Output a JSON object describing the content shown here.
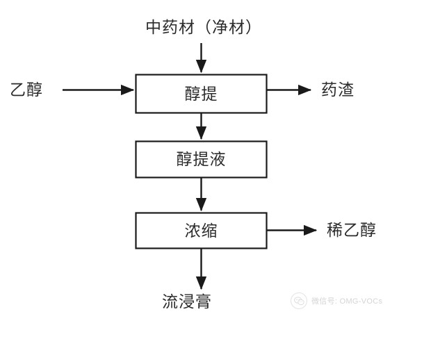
{
  "diagram": {
    "type": "flowchart",
    "orientation": "vertical",
    "title_text": "中药材（净材）",
    "line_color": "#1a1a1a",
    "text_color": "#2b2b2b",
    "background_color": "#ffffff",
    "nodes": [
      {
        "id": "feed",
        "label": "中药材（净材）",
        "shape": "text"
      },
      {
        "id": "ethanol",
        "label": "乙醇",
        "shape": "text"
      },
      {
        "id": "step1",
        "label": "醇提",
        "shape": "box"
      },
      {
        "id": "dregs",
        "label": "药渣",
        "shape": "text"
      },
      {
        "id": "step2",
        "label": "醇提液",
        "shape": "box"
      },
      {
        "id": "step3",
        "label": "浓缩",
        "shape": "box"
      },
      {
        "id": "dilute",
        "label": "稀乙醇",
        "shape": "text"
      },
      {
        "id": "product",
        "label": "流浸膏",
        "shape": "text"
      }
    ],
    "edges": [
      {
        "from": "feed",
        "to": "step1",
        "direction": "down",
        "name": "arrow-feed-to-extraction"
      },
      {
        "from": "ethanol",
        "to": "step1",
        "direction": "right",
        "name": "arrow-ethanol-to-extraction"
      },
      {
        "from": "step1",
        "to": "dregs",
        "direction": "right",
        "name": "arrow-extraction-to-dregs"
      },
      {
        "from": "step1",
        "to": "step2",
        "direction": "down",
        "name": "arrow-extraction-to-extract-liquid"
      },
      {
        "from": "step2",
        "to": "step3",
        "direction": "down",
        "name": "arrow-extract-liquid-to-concentration"
      },
      {
        "from": "step3",
        "to": "dilute",
        "direction": "right",
        "name": "arrow-concentration-to-dilute-ethanol"
      },
      {
        "from": "step3",
        "to": "product",
        "direction": "down",
        "name": "arrow-concentration-to-fluid-extract"
      }
    ]
  },
  "watermark": {
    "text": "微信号: OMG-VOCs",
    "logo_name": "wechat-logo-icon"
  }
}
